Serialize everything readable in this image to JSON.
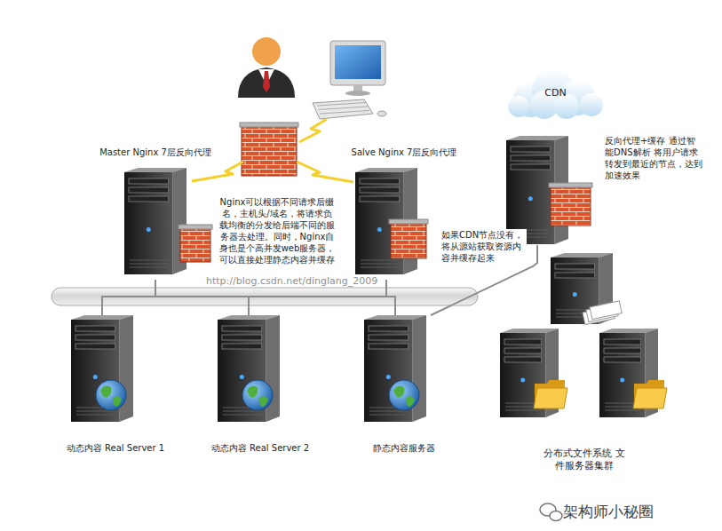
{
  "diagram": {
    "nodes": [
      {
        "text": [
          "Master  Nginx 7层反向代理"
        ]
      },
      {
        "text": [
          "Salve Nginx 7层反向代理"
        ]
      },
      {
        "text": [
          "CDN"
        ]
      },
      {
        "text": [
          "反向代理+缓存 通过智能DNS解析 将用户请求转发到最近的节点，达到加速效果"
        ]
      },
      {
        "text": [
          "动态内容  Real Server 1"
        ]
      },
      {
        "text": [
          "动态内容  Real Server 2"
        ]
      },
      {
        "text": [
          "静态内容服务器"
        ]
      },
      {
        "text": [
          "分布式文件系统 文件服务器集群"
        ]
      }
    ],
    "edges": [
      {
        "from": 0,
        "to": 4,
        "arrow": "none"
      },
      {
        "from": 0,
        "to": 5,
        "arrow": "none"
      },
      {
        "from": 0,
        "to": 6,
        "arrow": "none"
      },
      {
        "from": 1,
        "to": 4,
        "arrow": "none"
      },
      {
        "from": 1,
        "to": 5,
        "arrow": "none"
      },
      {
        "from": 1,
        "to": 6,
        "arrow": "none"
      },
      {
        "from": 6,
        "to": 3,
        "arrow": "none"
      }
    ],
    "labels": [
      "Nginx可以根据不同请求后缀名，主机头/域名，将请求负载均衡的分发给后端不同的服务器去处理。同时，Nginx自身也是个高并发web服务器，可以直接处理静态内容并缓存",
      "如果CDN节点没有，将从源站获取资源内容并缓存起来",
      "http://blog.csdn.net/dinglang_2009",
      "架构师小秘圈"
    ]
  }
}
